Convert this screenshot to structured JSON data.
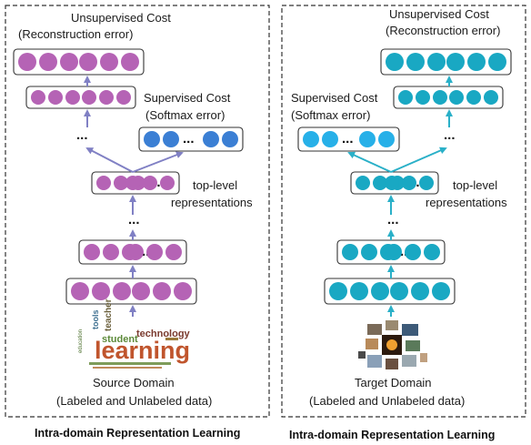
{
  "colors": {
    "source_node": "#b563b5",
    "target_node": "#19a8c3",
    "source_arrow": "#8080c4",
    "target_arrow": "#2ab0c8",
    "softmax_source_node": "#3b7fd4",
    "softmax_target_node": "#27b0e8"
  },
  "left": {
    "title_line1": "Unsupervised Cost",
    "title_line2": "(Reconstruction error)",
    "supervised_line1": "Supervised Cost",
    "supervised_line2": "(Softmax error)",
    "top_level_line1": "top-level",
    "top_level_line2": "representations",
    "domain_line1": "Source Domain",
    "domain_line2": "(Labeled and Unlabeled data)",
    "caption": "Intra-domain Representation Learning",
    "ellipsis": "...",
    "image_label": "word-cloud-image",
    "cloud_words": [
      "teacher",
      "technology",
      "student",
      "learning",
      "tools",
      "education"
    ]
  },
  "right": {
    "title_line1": "Unsupervised Cost",
    "title_line2": "(Reconstruction error)",
    "supervised_line1": "Supervised Cost",
    "supervised_line2": "(Softmax error)",
    "top_level_line1": "top-level",
    "top_level_line2": "representations",
    "domain_line1": "Target Domain",
    "domain_line2": "(Labeled and Unlabeled data)",
    "caption": "Intra-domain Representation Learning",
    "ellipsis": "...",
    "image_label": "photo-collage-image"
  }
}
